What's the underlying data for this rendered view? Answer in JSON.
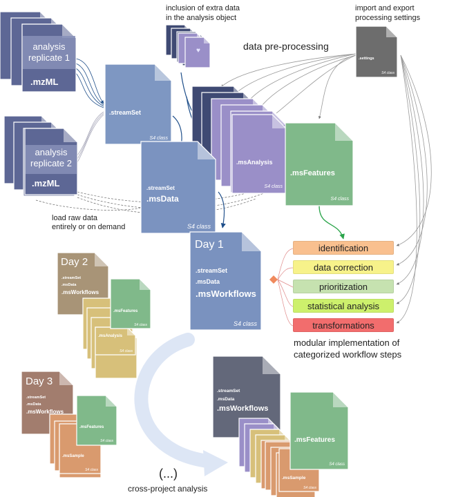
{
  "colors": {
    "mzml": "#5d6795",
    "mzml_header": "#8791b8",
    "streamset": "#7e97c2",
    "msdata": "#7b93c0",
    "msworkflows": "#7a92bf",
    "msanalysis": "#9a8fc8",
    "msanalysis_dark": "#3f4a73",
    "msfeatures": "#80b98a",
    "settings": "#6d6d6d",
    "day2": "#a89477",
    "day3": "#a27d6e",
    "final_workflow": "#63687a",
    "mssample": "#d99a6e",
    "msanalysis_yellow": "#d7c07a",
    "arrow_blue": "#1f4f8a",
    "arrow_green": "#2aa44a"
  },
  "files": {
    "replicate1": {
      "label_line1": "analysis",
      "label_line2": "replicate 1",
      "ext": ".mzML"
    },
    "replicate2": {
      "label_line1": "analysis",
      "label_line2": "replicate 2",
      "ext": ".mzML"
    },
    "settings": {
      "label": ".settings",
      "subtitle": "S4 class"
    },
    "streamset": {
      "label": ".streamSet",
      "subtitle": "S4 class"
    },
    "msdata": {
      "line1": ".streamSet",
      "line2": ".msData",
      "subtitle": "S4 class"
    },
    "msanalysis": {
      "label": ".msAnalysis",
      "subtitle": "S4 class"
    },
    "msfeatures": {
      "label": ".msFeatures",
      "subtitle": "S4 class"
    },
    "day1": {
      "title": "Day 1",
      "line1": ".streamSet",
      "line2": ".msData",
      "line3": ".msWorkflows",
      "subtitle": "S4 class"
    },
    "day2": {
      "title": "Day 2",
      "line1": ".streamSet",
      "line2": ".msData",
      "line3": ".msWorkflows",
      "features": ".msFeatures",
      "analysis": ".msAnalysis",
      "subtitle": "S4 class"
    },
    "day3": {
      "title": "Day 3",
      "line1": ".streamSet",
      "line2": ".msData",
      "line3": ".msWorkflows",
      "features": ".msFeatures",
      "sample": ".msSample",
      "subtitle": "S4 class"
    },
    "final": {
      "line1": ".streamSet",
      "line2": ".msData",
      "line3": ".msWorkflows",
      "features": ".msFeatures",
      "sample": ".msSample",
      "subtitle": "S4 class"
    }
  },
  "annotations": {
    "extra_data_line1": "inclusion of extra data",
    "extra_data_line2": "in the analysis object",
    "import_export_line1": "import and export",
    "import_export_line2": "processing settings",
    "preprocessing": "data pre-processing",
    "load_raw_line1": "load raw data",
    "load_raw_line2": "entirely or on demand",
    "modular_line1": "modular implementation of",
    "modular_line2": "categorized workflow steps",
    "ellipsis": "(...)",
    "cross_project": "cross-project analysis"
  },
  "workflow_steps": [
    {
      "label": "identification",
      "color": "#f9c08f"
    },
    {
      "label": "data correction",
      "color": "#f7f28a"
    },
    {
      "label": "prioritization",
      "color": "#c6e2b0"
    },
    {
      "label": "statistical analysis",
      "color": "#cdf06c"
    },
    {
      "label": "transformations",
      "color": "#f26d6d"
    }
  ]
}
